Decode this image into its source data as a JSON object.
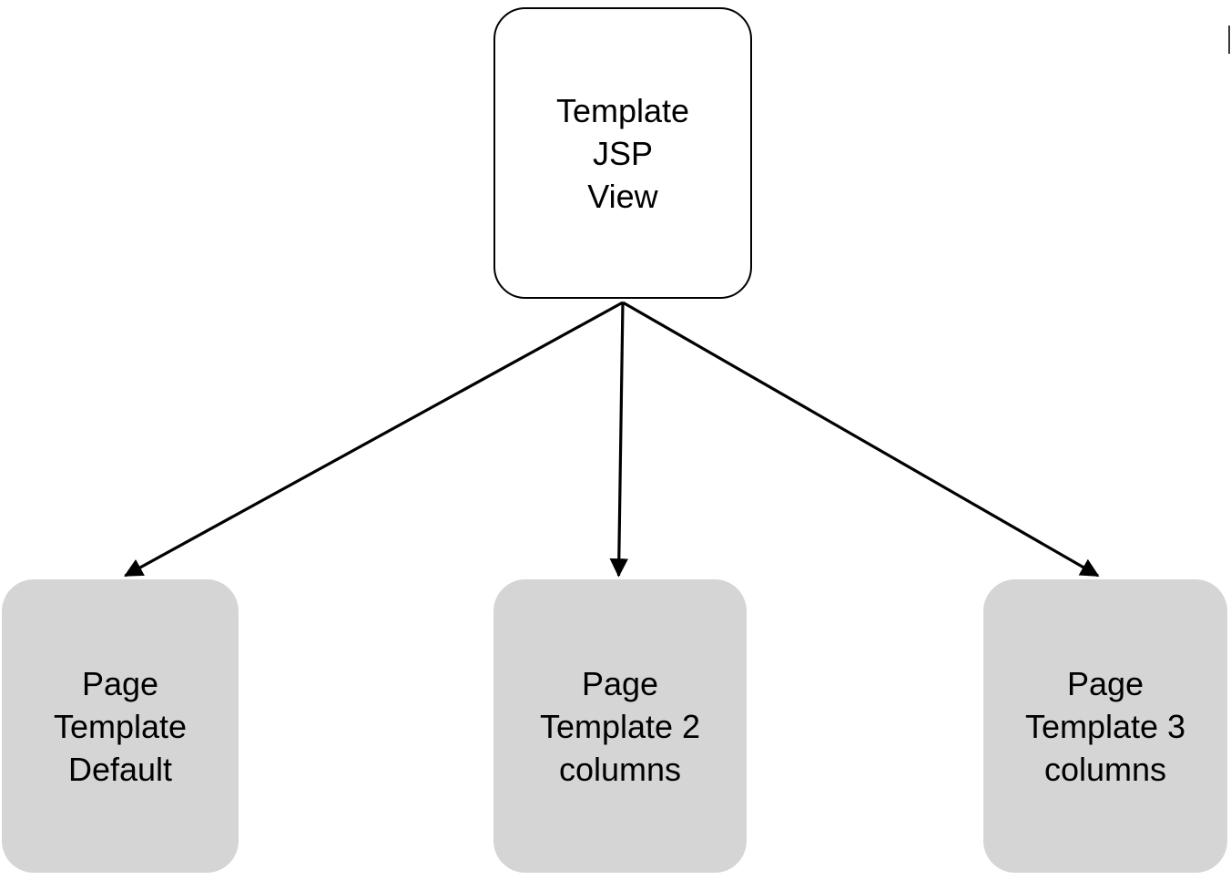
{
  "diagram": {
    "type": "tree-hierarchy",
    "background_color": "#ffffff",
    "edge_color": "#000000",
    "root": {
      "id": "template-jsp-view",
      "label": "Template\nJSP\nView",
      "lines": [
        "Template",
        "JSP",
        "View"
      ],
      "fill_color": "#ffffff",
      "border_color": "#000000",
      "shape": "rounded-rectangle"
    },
    "leaves": [
      {
        "id": "page-template-default",
        "label": "Page\nTemplate\nDefault",
        "lines": [
          "Page",
          "Template",
          "Default"
        ],
        "fill_color": "#d5d5d5",
        "border_color": "none",
        "shape": "rounded-rectangle"
      },
      {
        "id": "page-template-2-columns",
        "label": "Page\nTemplate 2\ncolumns",
        "lines": [
          "Page",
          "Template 2",
          "columns"
        ],
        "fill_color": "#d5d5d5",
        "border_color": "none",
        "shape": "rounded-rectangle"
      },
      {
        "id": "page-template-3-columns",
        "label": "Page\nTemplate 3\ncolumns",
        "lines": [
          "Page",
          "Template 3",
          "columns"
        ],
        "fill_color": "#d5d5d5",
        "border_color": "none",
        "shape": "rounded-rectangle"
      }
    ],
    "edges": [
      {
        "id": "edge-root-to-default",
        "from": "template-jsp-view",
        "to": "page-template-default",
        "arrowhead": "filled-triangle"
      },
      {
        "id": "edge-root-to-2-columns",
        "from": "template-jsp-view",
        "to": "page-template-2-columns",
        "arrowhead": "filled-triangle"
      },
      {
        "id": "edge-root-to-3-columns",
        "from": "template-jsp-view",
        "to": "page-template-3-columns",
        "arrowhead": "filled-triangle"
      }
    ]
  }
}
